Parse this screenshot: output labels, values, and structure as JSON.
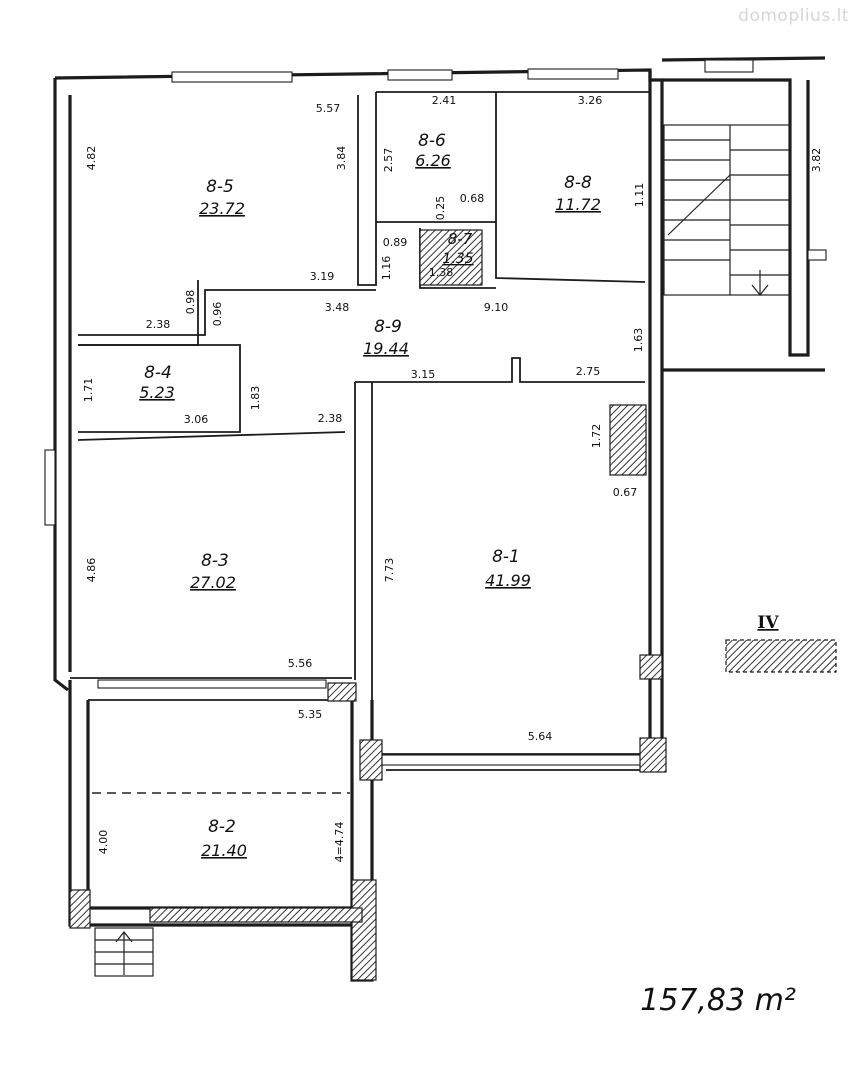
{
  "watermark": "domoplius.lt",
  "rooms": [
    {
      "id": "8-5",
      "area": "23.72"
    },
    {
      "id": "8-6",
      "area": "6.26"
    },
    {
      "id": "8-7",
      "area": "1.35"
    },
    {
      "id": "8-8",
      "area": "11.72"
    },
    {
      "id": "8-9",
      "area": "19.44"
    },
    {
      "id": "8-4",
      "area": "5.23"
    },
    {
      "id": "8-3",
      "area": "27.02"
    },
    {
      "id": "8-1",
      "area": "41.99"
    },
    {
      "id": "8-2",
      "area": "21.40"
    }
  ],
  "dimensions": {
    "d_557": "5.57",
    "d_482": "4.82",
    "d_384": "3.84",
    "d_241": "2.41",
    "d_326": "3.26",
    "d_257": "2.57",
    "d_068": "0.68",
    "d_025": "0.25",
    "d_089": "0.89",
    "d_138": "1.38",
    "d_116": "1.16",
    "d_319": "3.19",
    "d_348": "3.48",
    "d_910": "9.10",
    "d_382": "3.82",
    "d_111": "1.11",
    "d_098": "0.98",
    "d_096": "0.96",
    "d_238a": "2.38",
    "d_163": "1.63",
    "d_171": "1.71",
    "d_306": "3.06",
    "d_183": "1.83",
    "d_238b": "2.38",
    "d_315": "3.15",
    "d_275": "2.75",
    "d_172": "1.72",
    "d_067": "0.67",
    "d_486": "4.86",
    "d_773": "7.73",
    "d_556": "5.56",
    "d_535": "5.35",
    "d_564": "5.64",
    "d_400": "4.00",
    "d_474": "4=4.74"
  },
  "section_label": "IV",
  "total_area": "157,83 m²"
}
